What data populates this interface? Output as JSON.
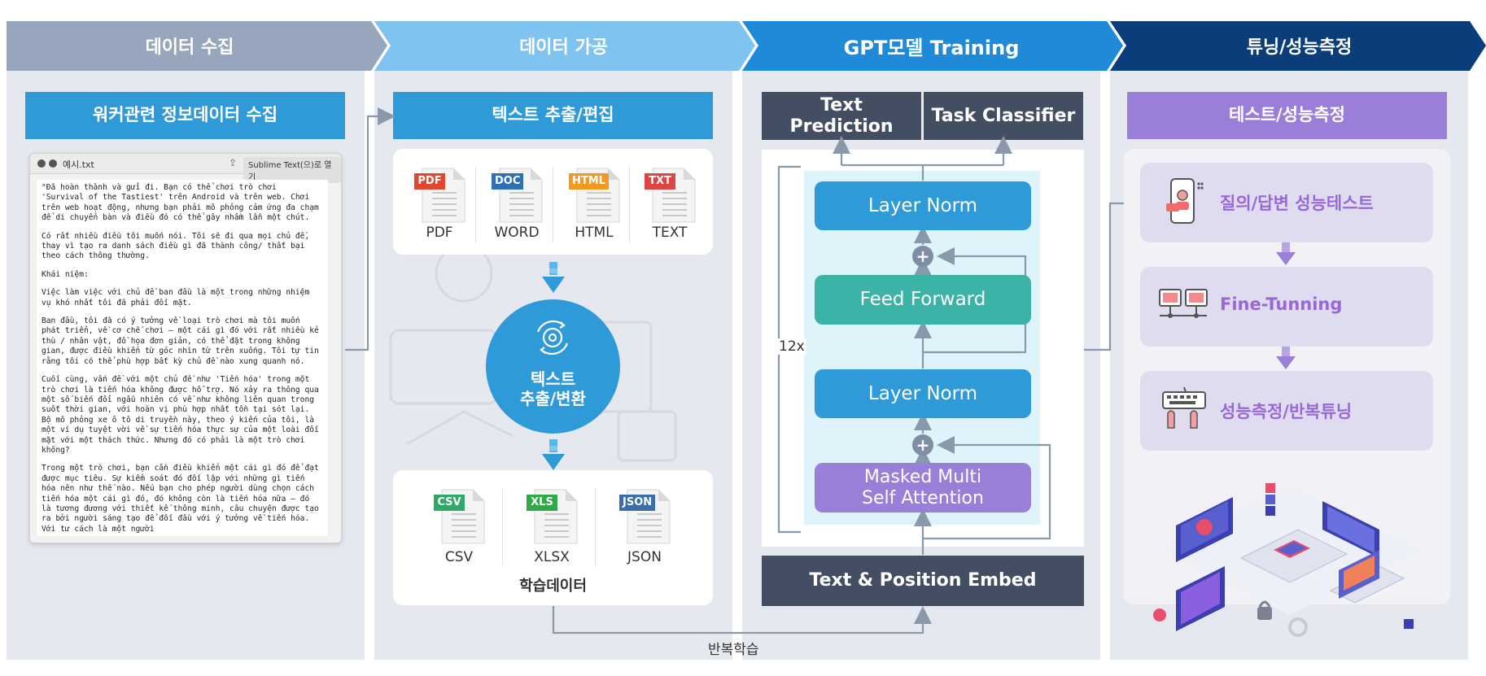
{
  "headers": {
    "stage1": "데이터 수집",
    "stage2": "데이터 가공",
    "stage3": "GPT모델 Training",
    "stage4": "튜닝/성능측정"
  },
  "collect": {
    "banner": "워커관련 정보데이터 수집",
    "window": {
      "filename": "예시.txt",
      "open_with": "Sublime Text(으)로 열기",
      "paragraphs": [
        "\"Đã hoàn thành và gửi đi. Bạn có thể chơi trò chơi 'Survival of the Tastiest' trên Android và trên web. Chơi trên web hoạt động, nhưng bạn phải mô phỏng cảm ứng đa chạm để di chuyển bàn và điều đó có thể gây nhầm lẫn một chút.",
        "Có rất nhiều điều tôi muốn nói. Tôi sẽ đi qua mọi chủ đề, thay vì tạo ra danh sách điều gì đã thành công/ thất bại theo cách thông thường.",
        "Khái niệm:",
        "Việc làm việc với chủ đề ban đầu là một trong những nhiệm vụ khó nhất tôi đã phải đối mặt.",
        "Ban đầu, tôi đã có ý tưởng về loại trò chơi mà tôi muốn phát triển, về cơ chế chơi – một cái gì đó với rất nhiều kẻ thù / nhân vật, đồ họa đơn giản, có thể đặt trong không gian, được điều khiển từ góc nhìn từ trên xuống. Tôi tự tin rằng tôi có thể phù hợp bất kỳ chủ đề nào xung quanh nó.",
        "Cuối cùng, vấn đề với một chủ đề như 'Tiến hóa' trong một trò chơi là tiến hóa không được hỗ trợ. Nó xảy ra thông qua một số biến đổi ngẫu nhiên có về như không liên quan trong suốt thời gian, với hoàn vị phù hợp nhất tồn tại sót lại. Bộ mô phỏng xe ô tô di truyền này, theo ý kiến của tôi, là một ví dụ tuyệt vời về sự tiến hóa thực sự của một loài đối mặt với một thách thức. Nhưng đó có phải là một trò chơi không?",
        "Trong một trò chơi, bạn cần điều khiển một cái gì đó để đạt được mục tiêu. Sự kiểm soát đó đối lập với những gì tiến hóa nên như thế nào. Nếu bạn cho phép người dùng chọn cách tiến hóa một cái gì đó, đó không còn là tiến hóa nữa – đó là tương đương với thiết kế thông minh, câu chuyện được tạo ra bởi người sáng tạo để đối đầu với ý tưởng về tiến hóa. Với tư cách là một người"
      ]
    }
  },
  "process": {
    "banner": "텍스트 추출/편집",
    "inputs": [
      {
        "badge": "PDF",
        "label": "PDF",
        "color": "#e0472e"
      },
      {
        "badge": "DOC",
        "label": "WORD",
        "color": "#2f6fb4"
      },
      {
        "badge": "HTML",
        "label": "HTML",
        "color": "#f29a1f"
      },
      {
        "badge": "TXT",
        "label": "TEXT",
        "color": "#e04545"
      }
    ],
    "circle": {
      "line1": "텍스트",
      "line2": "추출/변환"
    },
    "outputs": [
      {
        "badge": "CSV",
        "label": "CSV",
        "color": "#2fa96a"
      },
      {
        "badge": "XLS",
        "label": "XLSX",
        "color": "#2fa94a"
      },
      {
        "badge": "JSON",
        "label": "JSON",
        "color": "#3a6ea8"
      }
    ],
    "output_caption": "학습데이터",
    "loop_label": "반복학습"
  },
  "gpt": {
    "head_text_prediction": "Text Prediction",
    "head_task_classifier": "Task Classifier",
    "repeat": "12x",
    "layer_norm_top": "Layer Norm",
    "feed_forward": "Feed Forward",
    "layer_norm_bottom": "Layer Norm",
    "masked_attention": "Masked Multi Self Attention",
    "embed": "Text & Position Embed",
    "colors": {
      "norm": "#2f9ad8",
      "ff": "#3bb3a6",
      "attn": "#9b7ed8",
      "dark": "#434e62"
    }
  },
  "tuning": {
    "banner": "테스트/성능측정",
    "steps": [
      "질의/답변 성능테스트",
      "Fine-Tunning",
      "성능측정/반복튜닝"
    ]
  }
}
